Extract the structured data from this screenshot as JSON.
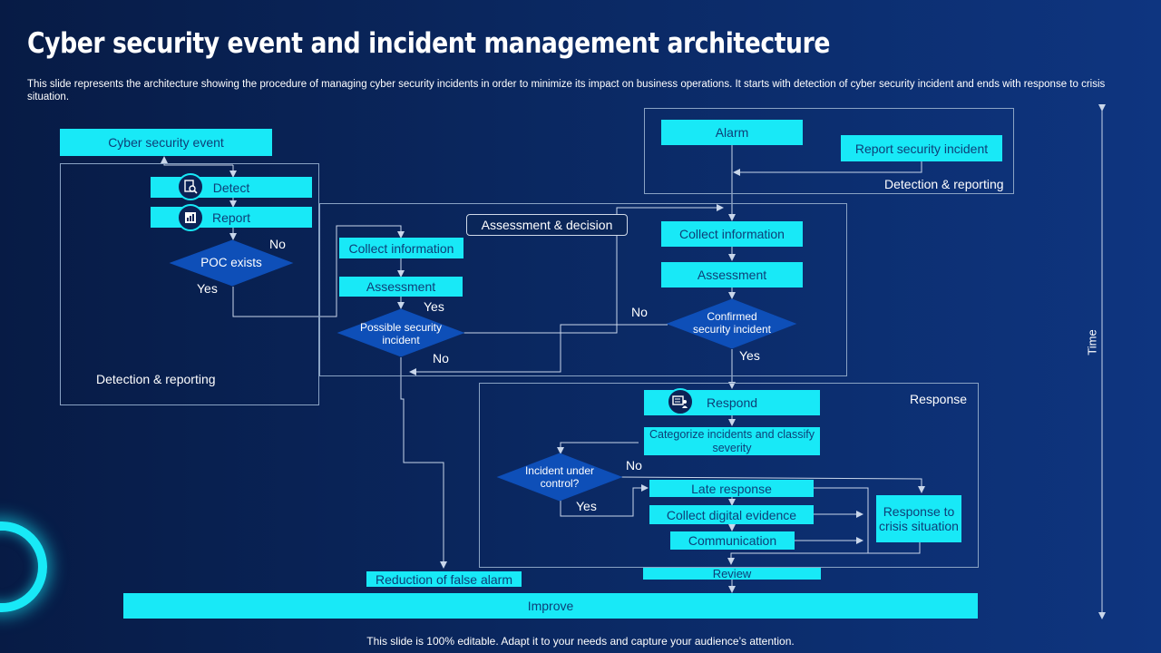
{
  "title": "Cyber security event and incident management architecture",
  "subtitle": "This slide represents the architecture showing the procedure of managing cyber security incidents in order to minimize its impact on business operations. It starts with detection of cyber security incident and ends with response to crisis situation.",
  "footer": "This slide is 100% editable. Adapt it to your needs and capture your audience’s attention.",
  "colors": {
    "accent": "#18e9f7",
    "background": "#0b2a66",
    "diamond": "#0e4fb8",
    "box_text": "#0d3f78"
  },
  "left": {
    "event": "Cyber security event",
    "detect": "Detect",
    "report": "Report",
    "poc_diamond": "POC exists",
    "no": "No",
    "yes": "Yes",
    "group_label": "Detection & reporting",
    "icons": {
      "detect": "search-document-icon",
      "report": "report-chart-icon"
    }
  },
  "middle": {
    "assessment_decision": "Assessment & decision",
    "collect": "Collect information",
    "assessment": "Assessment",
    "yes": "Yes",
    "possible_diamond": "Possible security incident",
    "no": "No"
  },
  "right_top": {
    "alarm": "Alarm",
    "report_incident": "Report security incident",
    "group_label": "Detection & reporting",
    "collect": "Collect information",
    "assessment": "Assessment",
    "no": "No",
    "confirmed_diamond": "Confirmed security incident",
    "yes": "Yes"
  },
  "response": {
    "group_label": "Response",
    "respond": "Respond",
    "respond_icon": "computer-user-icon",
    "categorize": "Categorize  incidents and classify severity",
    "control_diamond": "Incident under control?",
    "no": "No",
    "yes": "Yes",
    "late": "Late response",
    "evidence": "Collect digital evidence",
    "communication": "Communication",
    "crisis": "Response to crisis situation"
  },
  "bottom": {
    "reduction": "Reduction of false alarm",
    "review": "Review",
    "improve": "Improve"
  },
  "time_label": "Time"
}
